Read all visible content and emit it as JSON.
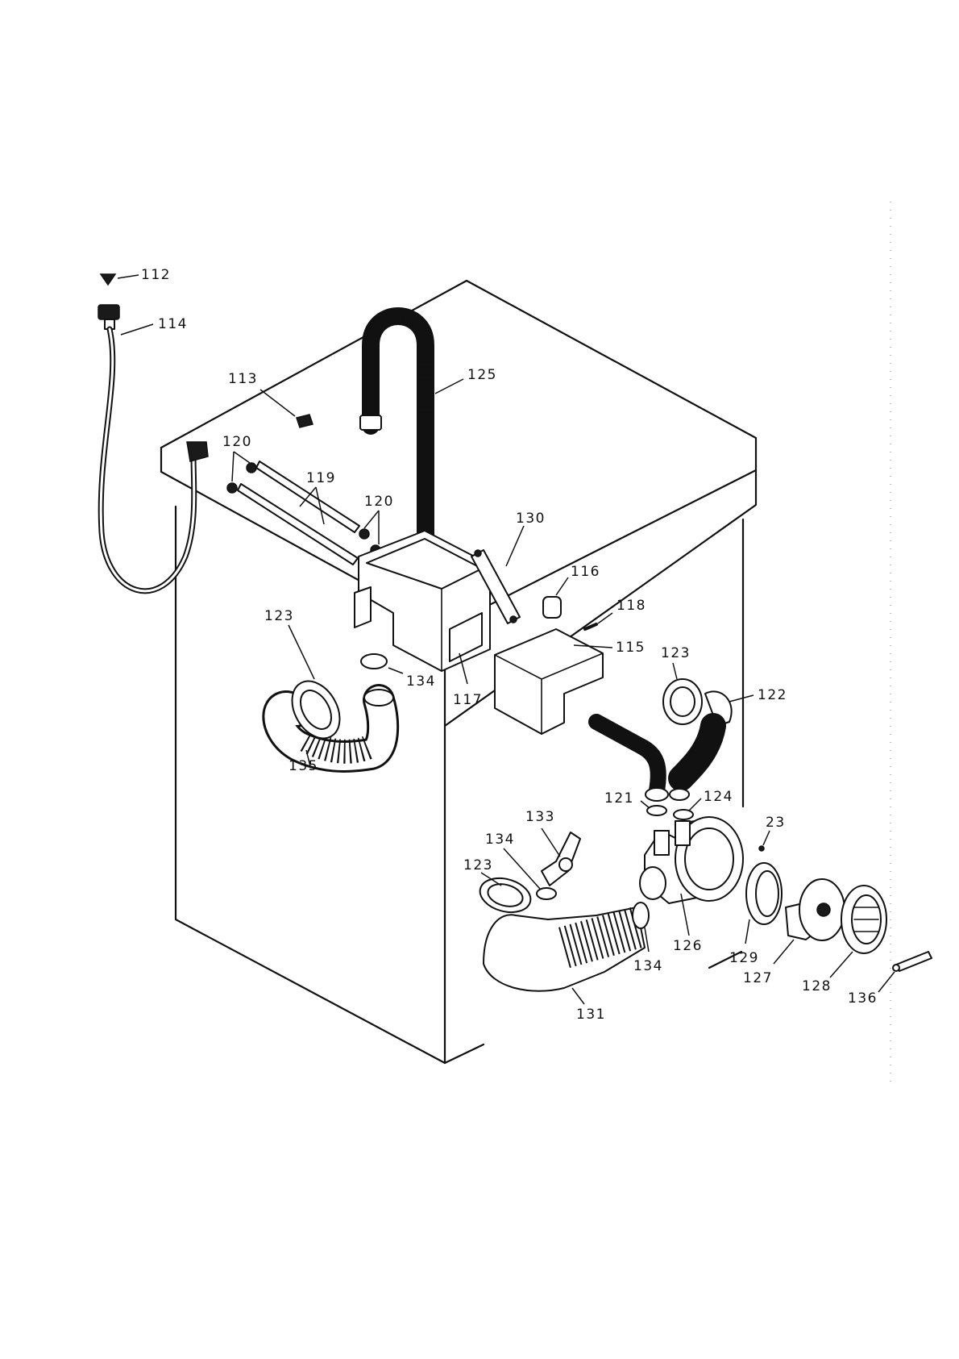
{
  "labels": {
    "l112": "112",
    "l114": "114",
    "l113": "113",
    "l125": "125",
    "l120a": "120",
    "l119": "119",
    "l120b": "120",
    "l130": "130",
    "l116": "116",
    "l118": "118",
    "l115": "115",
    "l123a": "123",
    "l134a": "134",
    "l117": "117",
    "l135": "135",
    "l123b": "123",
    "l122": "122",
    "l121": "121",
    "l124": "124",
    "l23": "23",
    "l133": "133",
    "l134b": "134",
    "l123c": "123",
    "l126": "126",
    "l129": "129",
    "l134c": "134",
    "l127": "127",
    "l128": "128",
    "l131": "131",
    "l136": "136"
  }
}
